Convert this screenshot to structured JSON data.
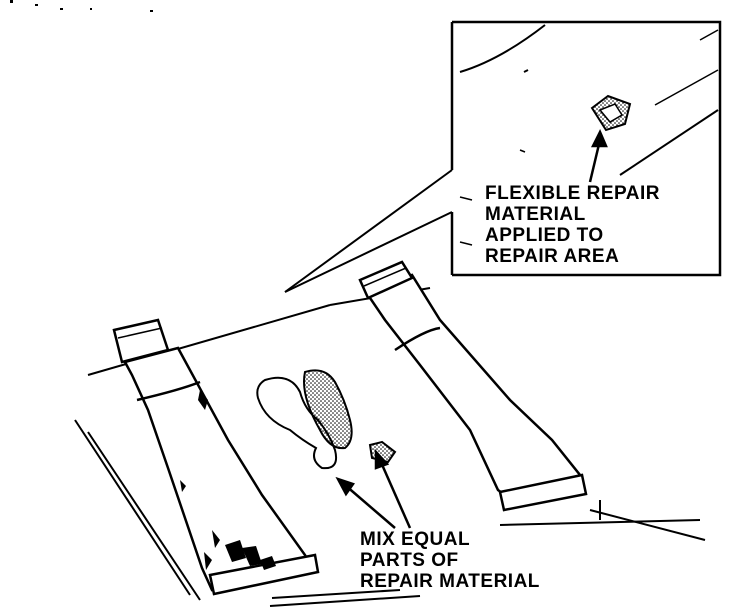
{
  "labels": {
    "flexible_repair": [
      "FLEXIBLE REPAIR",
      "MATERIAL",
      "APPLIED TO",
      "REPAIR AREA"
    ],
    "mix_equal": [
      "MIX EQUAL",
      "PARTS OF",
      "REPAIR MATERIAL"
    ]
  },
  "colors": {
    "ink": "#000000",
    "paper": "#ffffff"
  }
}
